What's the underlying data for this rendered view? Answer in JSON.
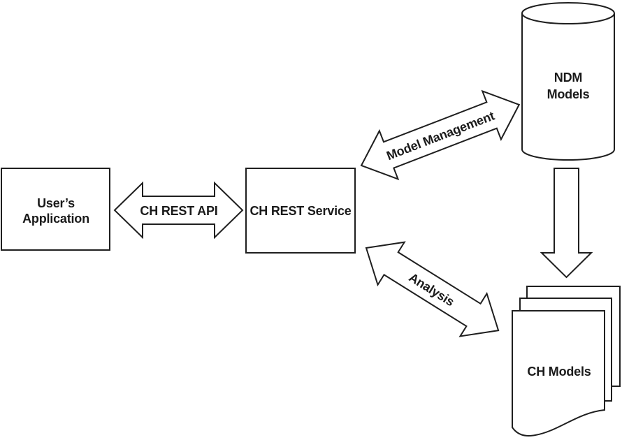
{
  "figure": {
    "type": "flow-diagram",
    "background": "#ffffff",
    "shape_fill": "#ffffff",
    "line_color": "#1f1f1f",
    "text_color": "#1a1a1a"
  },
  "nodes": {
    "user_application": {
      "shape": "rectangle",
      "line1": "User’s",
      "line2": "Application"
    },
    "ch_rest_service": {
      "shape": "rectangle",
      "label": "CH REST Service"
    },
    "ndm_models": {
      "shape": "cylinder",
      "line1": "NDM",
      "line2": "Models"
    },
    "ch_models": {
      "shape": "document-stack",
      "label": "CH Models"
    }
  },
  "connectors": {
    "ch_rest_api": {
      "type": "double-headed-arrow",
      "label": "CH REST API",
      "between": [
        "user_application",
        "ch_rest_service"
      ]
    },
    "model_management": {
      "type": "double-headed-arrow",
      "label": "Model Management",
      "between": [
        "ch_rest_service",
        "ndm_models"
      ]
    },
    "analysis": {
      "type": "double-headed-arrow",
      "label": "Analysis",
      "between": [
        "ch_rest_service",
        "ch_models"
      ]
    },
    "ndm_to_ch_models": {
      "type": "single-arrow-down",
      "label": "",
      "between": [
        "ndm_models",
        "ch_models"
      ]
    }
  }
}
